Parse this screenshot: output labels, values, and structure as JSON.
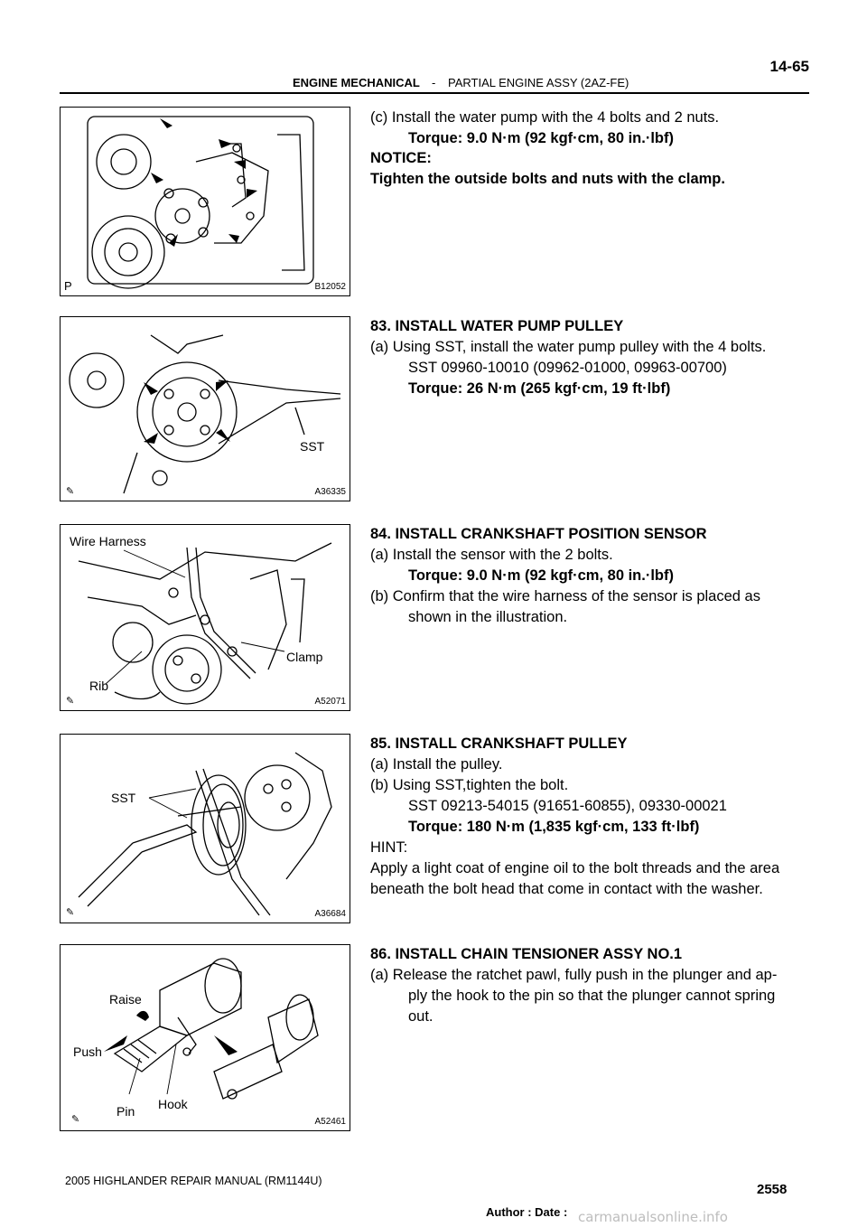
{
  "header": {
    "section": "ENGINE MECHANICAL",
    "dash": "-",
    "subsection": "PARTIAL ENGINE ASSY (2AZ-FE)",
    "page": "14-65"
  },
  "figures": [
    {
      "code": "B12052",
      "corner": "P",
      "labels": []
    },
    {
      "code": "A36335",
      "labels": [
        "SST"
      ]
    },
    {
      "code": "A52071",
      "labels": [
        "Wire Harness",
        "Clamp",
        "Rib"
      ]
    },
    {
      "code": "A36684",
      "labels": [
        "SST"
      ]
    },
    {
      "code": "A52461",
      "labels": [
        "Raise",
        "Push",
        "Pin",
        "Hook"
      ]
    }
  ],
  "steps": {
    "s82c": {
      "line1": "(c)    Install the water pump with the 4 bolts and 2 nuts.",
      "torque": "Torque: 9.0 N·m (92 kgf·cm, 80 in.·lbf)",
      "notice": "NOTICE:",
      "notice_text": "Tighten the outside bolts and nuts with the clamp."
    },
    "s83": {
      "title": "83.    INSTALL WATER PUMP PULLEY",
      "a": "(a)    Using SST, install the water pump pulley with the 4 bolts.",
      "sst": "SST    09960-10010    (09962-01000,  09963-00700)",
      "torque": "Torque: 26 N·m (265 kgf·cm, 19 ft·lbf)"
    },
    "s84": {
      "title": "84.    INSTALL CRANKSHAFT POSITION SENSOR",
      "a": "(a)    Install the sensor with the 2 bolts.",
      "torque": "Torque: 9.0 N·m (92 kgf·cm, 80 in.·lbf)",
      "b1": "(b)    Confirm that the wire harness of the sensor is placed as",
      "b2": "shown in the illustration."
    },
    "s85": {
      "title": "85.    INSTALL CRANKSHAFT PULLEY",
      "a": "(a)    Install the pulley.",
      "b": "(b)    Using SST,tighten the bolt.",
      "sst": "SST    09213-54015  (91651-60855),   09330-00021",
      "torque": "Torque: 180 N·m (1,835 kgf·cm, 133 ft·lbf)",
      "hint": "HINT:",
      "hint1": "Apply a light coat of engine oil to the bolt threads and the area",
      "hint2": "beneath the bolt head that come in contact with the washer."
    },
    "s86": {
      "title": "86.    INSTALL CHAIN TENSIONER ASSY NO.1",
      "a1": "(a)    Release the ratchet pawl, fully push in the plunger and ap-",
      "a2": "ply the hook to the pin so that the plunger cannot spring",
      "a3": "out."
    }
  },
  "footer": {
    "manual": "2005 HIGHLANDER REPAIR MANUAL   (RM1144U)",
    "author_date": "Author :                 Date :",
    "page_total": "2558",
    "watermark": "carmanualsonline.info"
  }
}
